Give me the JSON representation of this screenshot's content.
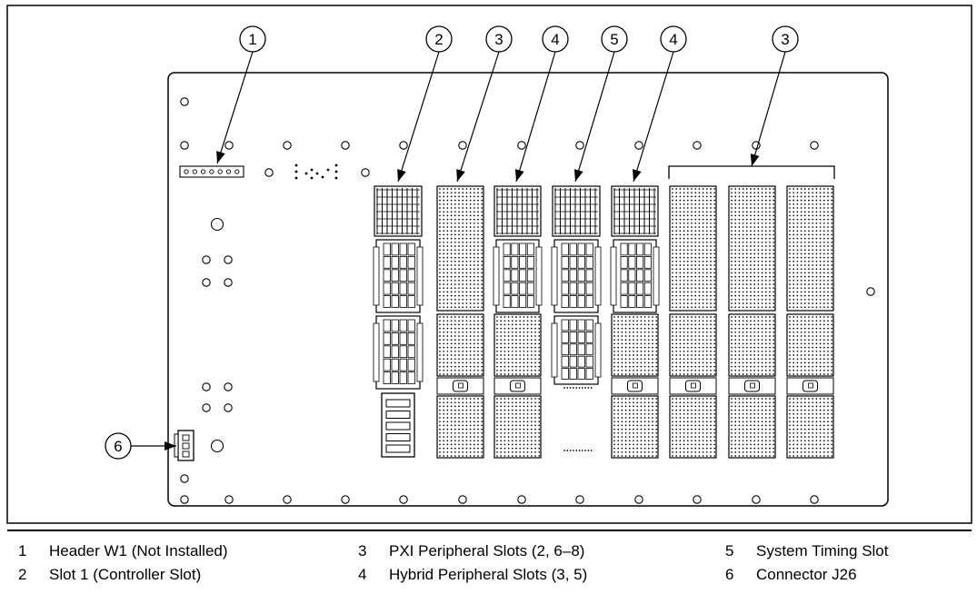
{
  "callouts": [
    {
      "number": "1",
      "target": "header-w1"
    },
    {
      "number": "2",
      "target": "slot-1"
    },
    {
      "number": "3",
      "target": "slot-2"
    },
    {
      "number": "4",
      "target": "slot-3"
    },
    {
      "number": "5",
      "target": "slot-4"
    },
    {
      "number": "4",
      "target": "slot-5"
    },
    {
      "number": "3",
      "target": "slots-6-8"
    },
    {
      "number": "6",
      "target": "connector-j26"
    }
  ],
  "legend": [
    {
      "number": "1",
      "label": "Header W1 (Not Installed)"
    },
    {
      "number": "2",
      "label": "Slot 1 (Controller Slot)"
    },
    {
      "number": "3",
      "label": "PXI Peripheral Slots (2, 6–8)"
    },
    {
      "number": "4",
      "label": "Hybrid Peripheral Slots (3, 5)"
    },
    {
      "number": "5",
      "label": "System Timing Slot"
    },
    {
      "number": "6",
      "label": "Connector J26"
    }
  ],
  "colors": {
    "line": "#000000",
    "background": "#ffffff",
    "board": "#ffffff"
  }
}
